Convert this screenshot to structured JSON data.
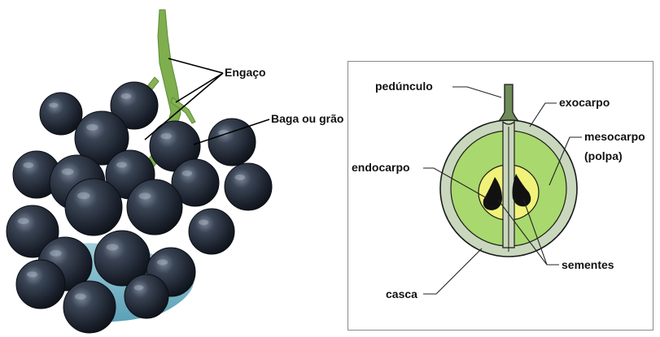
{
  "photo": {
    "labels": {
      "stem": "Engaço",
      "berry": "Baga ou grão"
    }
  },
  "diagram": {
    "labels": {
      "peduncle": "pedúnculo",
      "exocarp": "exocarpo",
      "mesocarp_line1": "mesocarpo",
      "mesocarp_line2": "(polpa)",
      "endocarp": "endocarpo",
      "seeds": "sementes",
      "skin": "casca"
    }
  },
  "colors": {
    "grape": "#1d2430",
    "grape_highlight": "#6f7c8e",
    "stem": "#7fae4e",
    "skin": "#c9d7bd",
    "pulp": "#a9d86e",
    "endocarp": "#f0f27a",
    "seed": "#111111"
  }
}
